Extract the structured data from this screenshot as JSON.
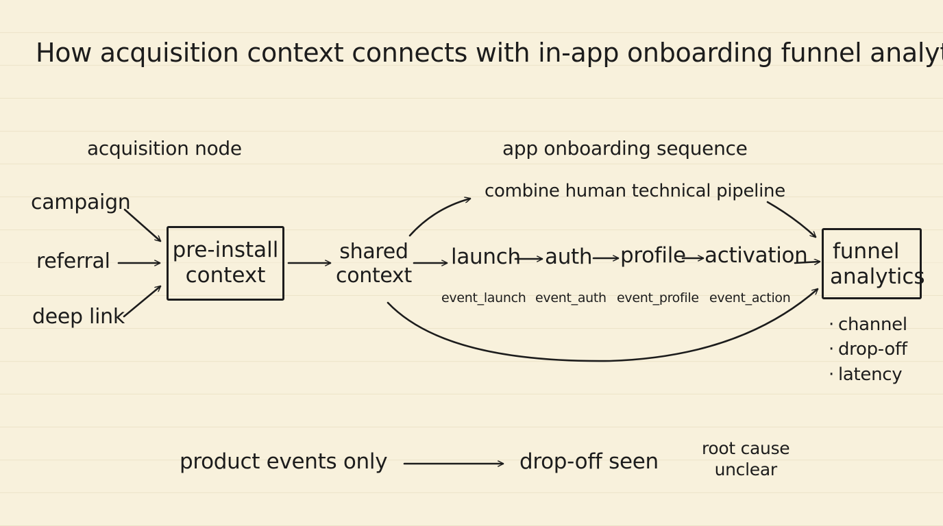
{
  "title": "How acquisition context connects with in-app onboarding funnel analytics",
  "acquisition": {
    "heading": "acquisition node",
    "sources": [
      "campaign",
      "referral",
      "deep link"
    ],
    "box_label_line1": "pre-install",
    "box_label_line2": "context"
  },
  "shared": {
    "line1": "shared",
    "line2": "context"
  },
  "onboarding": {
    "heading": "app onboarding sequence",
    "pipeline_label": "combine human technical pipeline",
    "steps": [
      "launch",
      "auth",
      "profile",
      "activation"
    ],
    "events": [
      "event_launch",
      "event_auth",
      "event_profile",
      "event_action"
    ]
  },
  "funnel": {
    "box_label_line1": "funnel",
    "box_label_line2": "analytics",
    "bullets": [
      "channel",
      "drop-off",
      "latency"
    ],
    "bullet_glyph": "·"
  },
  "bottom": {
    "left": "product events only",
    "middle": "drop-off seen",
    "note_line1": "root cause",
    "note_line2": "unclear"
  },
  "colors": {
    "ink": "#1c1c1c",
    "paper": "#f8f1dc",
    "rule": "#ece3c8"
  }
}
